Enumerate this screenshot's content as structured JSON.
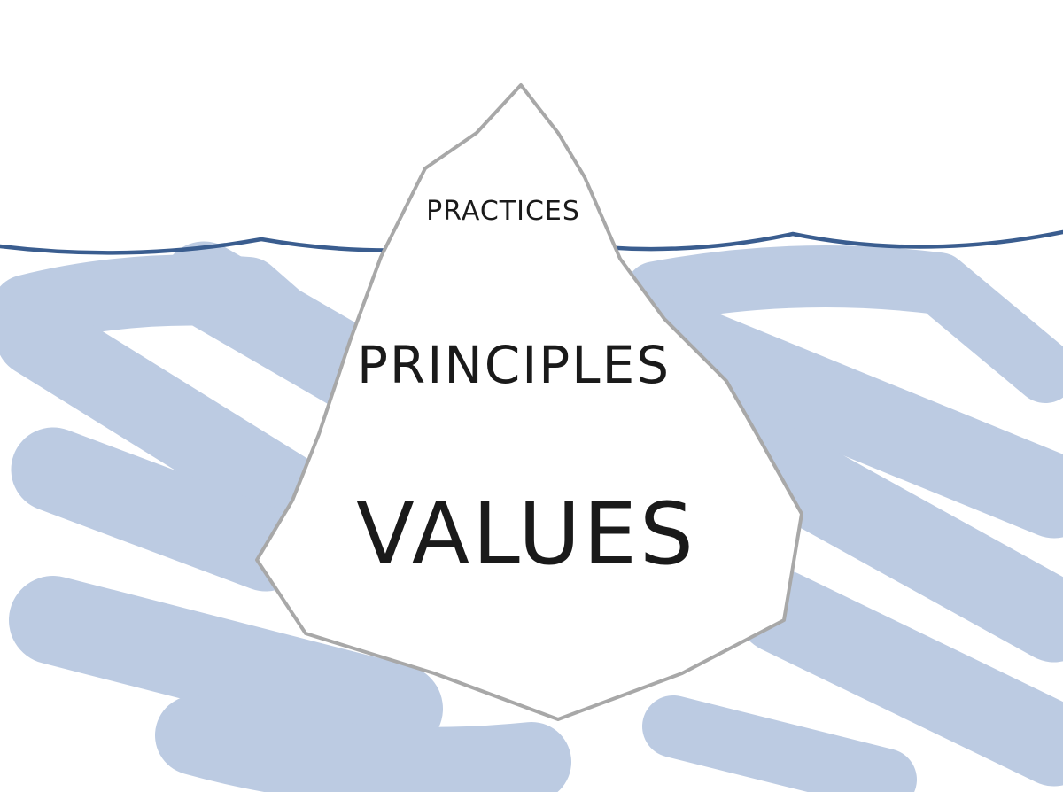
{
  "diagram": {
    "layers": [
      {
        "id": "practices",
        "label": "PRACTICES",
        "position": "above-water"
      },
      {
        "id": "principles",
        "label": "PRINCIPLES",
        "position": "below-water"
      },
      {
        "id": "values",
        "label": "VALUES",
        "position": "below-water"
      }
    ]
  },
  "colors": {
    "background": "#ffffff",
    "water_fill": "#bccbe2",
    "waterline": "#3a5d8f",
    "iceberg_fill": "#ffffff",
    "iceberg_outline": "#a8a8a8",
    "text": "#1a1a1a"
  }
}
